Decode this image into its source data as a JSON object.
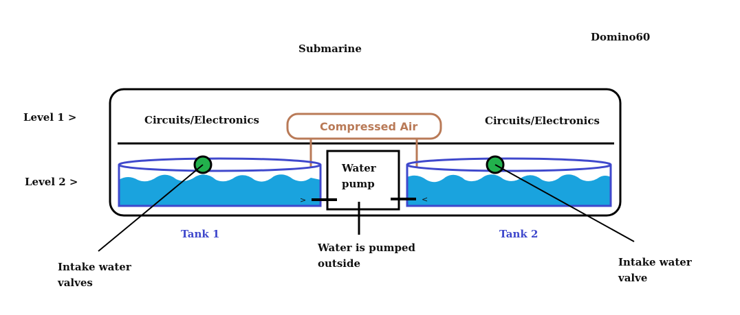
{
  "title": "Submarine",
  "author": "Domino60",
  "levels": {
    "level1": "Level 1 >",
    "level2": "Level 2 >"
  },
  "sections": {
    "left_electronics": "Circuits/Electronics",
    "right_electronics": "Circuits/Electronics",
    "compressed_air": "Compressed Air"
  },
  "pump": {
    "line1": "Water",
    "line2": "pump",
    "outlet_line1": "Water is pumped",
    "outlet_line2": "outside"
  },
  "tanks": {
    "tank1": "Tank 1",
    "tank2": "Tank 2",
    "inlet_left": ">",
    "inlet_right": "<"
  },
  "valves": {
    "left_line1": "Intake water",
    "left_line2": "valves",
    "right_line1": "Intake water",
    "right_line2": "valve"
  },
  "colors": {
    "water": "#1aa3de",
    "tank_outline": "#3f48cc",
    "tank_label": "#3f48cc",
    "air": "#b97a57",
    "valve": "#22b14c",
    "stroke": "#000000"
  }
}
